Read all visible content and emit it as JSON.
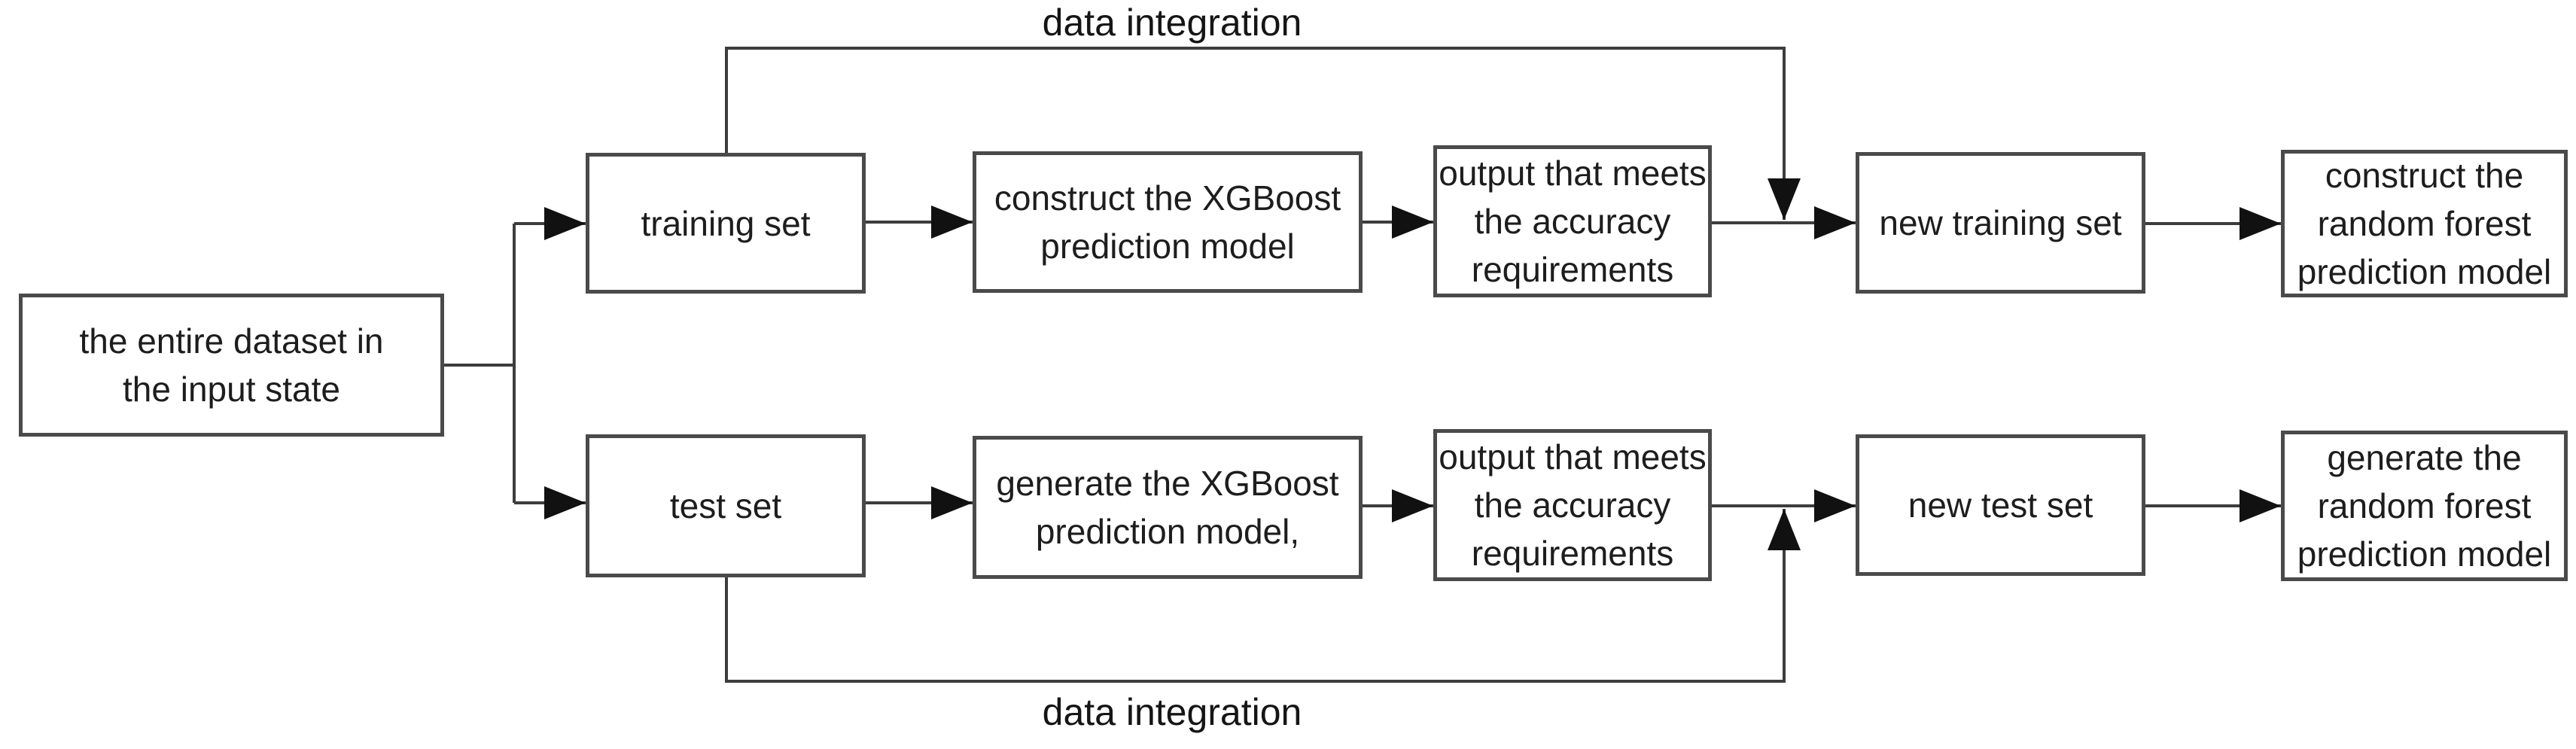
{
  "diagram": {
    "data_integration_labels": {
      "top": "data integration",
      "bottom": "data integration"
    },
    "nodes": [
      {
        "id": "entire-dataset",
        "lines": [
          "the entire dataset in",
          "the input state"
        ]
      },
      {
        "id": "training-set",
        "lines": [
          "training set"
        ]
      },
      {
        "id": "construct-xgboost",
        "lines": [
          "construct the XGBoost",
          "prediction model"
        ]
      },
      {
        "id": "output-accuracy-top",
        "lines": [
          "output that meets",
          "the accuracy",
          "requirements"
        ]
      },
      {
        "id": "new-training-set",
        "lines": [
          "new training set"
        ]
      },
      {
        "id": "construct-random-forest",
        "lines": [
          "construct the",
          "random forest",
          "prediction model"
        ]
      },
      {
        "id": "test-set",
        "lines": [
          "test set"
        ]
      },
      {
        "id": "generate-xgboost",
        "lines": [
          "generate the XGBoost",
          "prediction model,"
        ]
      },
      {
        "id": "output-accuracy-bottom",
        "lines": [
          "output that meets",
          "the accuracy",
          "requirements"
        ]
      },
      {
        "id": "new-test-set",
        "lines": [
          "new test set"
        ]
      },
      {
        "id": "generate-random-forest",
        "lines": [
          "generate the",
          "random forest",
          "prediction model"
        ]
      }
    ],
    "edges": [
      {
        "from": "entire-dataset",
        "to": "training-set"
      },
      {
        "from": "entire-dataset",
        "to": "test-set"
      },
      {
        "from": "training-set",
        "to": "construct-xgboost"
      },
      {
        "from": "construct-xgboost",
        "to": "output-accuracy-top"
      },
      {
        "from": "output-accuracy-top",
        "to": "new-training-set"
      },
      {
        "from": "new-training-set",
        "to": "construct-random-forest"
      },
      {
        "from": "training-set",
        "to": "new-training-set",
        "label": "data integration"
      },
      {
        "from": "test-set",
        "to": "generate-xgboost"
      },
      {
        "from": "generate-xgboost",
        "to": "output-accuracy-bottom"
      },
      {
        "from": "output-accuracy-bottom",
        "to": "new-test-set"
      },
      {
        "from": "new-test-set",
        "to": "generate-random-forest"
      },
      {
        "from": "test-set",
        "to": "new-test-set",
        "label": "data integration"
      }
    ],
    "colors": {
      "background": "#ffffff",
      "line": "#3d3d3d",
      "box_border": "#4a4a4a",
      "text": "#1d1d1d"
    }
  }
}
